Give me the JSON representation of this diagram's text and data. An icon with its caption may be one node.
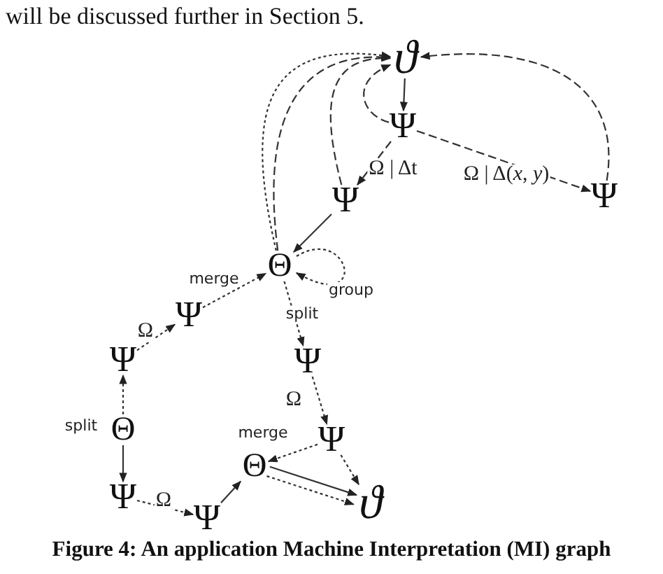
{
  "diagram": {
    "caption": "Figure 4: An application Machine Interpretation (MI) graph",
    "nodes": [
      {
        "text": [
          "ϑ"
        ]
      },
      {
        "text": [
          "Ψ"
        ]
      },
      {
        "text": [
          "Ψ"
        ]
      },
      {
        "text": [
          "Ψ"
        ]
      },
      {
        "text": [
          "Θ"
        ]
      },
      {
        "text": [
          "Ψ"
        ]
      },
      {
        "text": [
          "Ψ"
        ]
      },
      {
        "text": [
          "Θ"
        ],
        "beside": [
          "split"
        ]
      },
      {
        "text": [
          "Ψ"
        ]
      },
      {
        "text": [
          "Ψ"
        ]
      },
      {
        "text": [
          "Θ"
        ]
      },
      {
        "text": [
          "Ψ"
        ]
      },
      {
        "text": [
          "Ψ"
        ]
      },
      {
        "text": [
          "ϑ"
        ]
      }
    ],
    "edges": [
      {
        "from": 0,
        "to": 1,
        "arrow": "to"
      },
      {
        "from": 1,
        "to": 0,
        "arrow": "to",
        "style": "dashed"
      },
      {
        "from": 1,
        "to": 2,
        "arrow": "to",
        "style": "dashed",
        "label": "Ω | Δt"
      },
      {
        "from": 1,
        "to": 3,
        "arrow": "to",
        "style": "dashed",
        "label": "Ω | Δ(*x*, *y*)"
      },
      {
        "from": 3,
        "to": 0,
        "arrow": "to",
        "style": "dashed"
      },
      {
        "from": 2,
        "to": 0,
        "arrow": "to",
        "style": "dashed"
      },
      {
        "from": 2,
        "to": 4,
        "arrow": "to"
      },
      {
        "from": 4,
        "to": 0,
        "arrow": "to",
        "style": "dashed"
      },
      {
        "from": 4,
        "to": 0,
        "arrow": "to",
        "style": "dashed"
      },
      {
        "from": 4,
        "to": 4,
        "arrow": "to",
        "style": "dashed",
        "label": "group"
      },
      {
        "from": 5,
        "to": 4,
        "arrow": "to",
        "style": "dashed",
        "label": "merge"
      },
      {
        "from": 4,
        "to": 11,
        "arrow": "to",
        "style": "dashed",
        "label": "split"
      },
      {
        "from": 6,
        "to": 5,
        "arrow": "to",
        "style": "dashed",
        "label": "Ω"
      },
      {
        "from": 7,
        "to": 6,
        "arrow": "to",
        "style": "dashed"
      },
      {
        "from": 7,
        "to": 8,
        "arrow": "to"
      },
      {
        "from": 8,
        "to": 9,
        "arrow": "to",
        "style": "dashed",
        "label": "Ω"
      },
      {
        "from": 9,
        "to": 10,
        "arrow": "to"
      },
      {
        "from": 12,
        "to": 10,
        "arrow": "to",
        "style": "dashed",
        "label": "merge"
      },
      {
        "from": 11,
        "to": 12,
        "arrow": "to",
        "style": "dashed",
        "label": "Ω"
      },
      {
        "from": 12,
        "to": 13,
        "arrow": "to",
        "style": "dashed"
      },
      {
        "from": 10,
        "to": 13,
        "arrow": "to"
      },
      {
        "from": 10,
        "to": 13,
        "arrow": "to",
        "style": "dashed"
      }
    ],
    "labels": [
      "will be discussed further in Section 5."
    ]
  }
}
